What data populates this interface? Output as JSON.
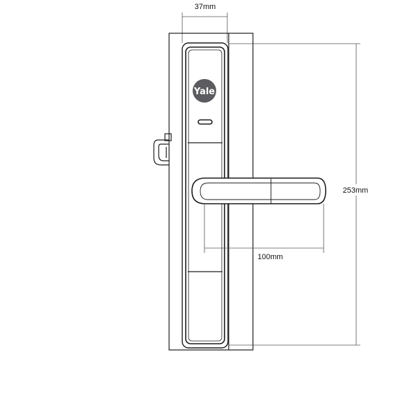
{
  "brand": {
    "logo_text": "Yale",
    "logo_color": "#5b5b60"
  },
  "dimensions": {
    "width_label": "37mm",
    "height_label": "253mm",
    "handle_length_label": "100mm"
  },
  "colors": {
    "line": "#1c1c1c",
    "dimension_line": "#555555",
    "background": "#ffffff"
  }
}
